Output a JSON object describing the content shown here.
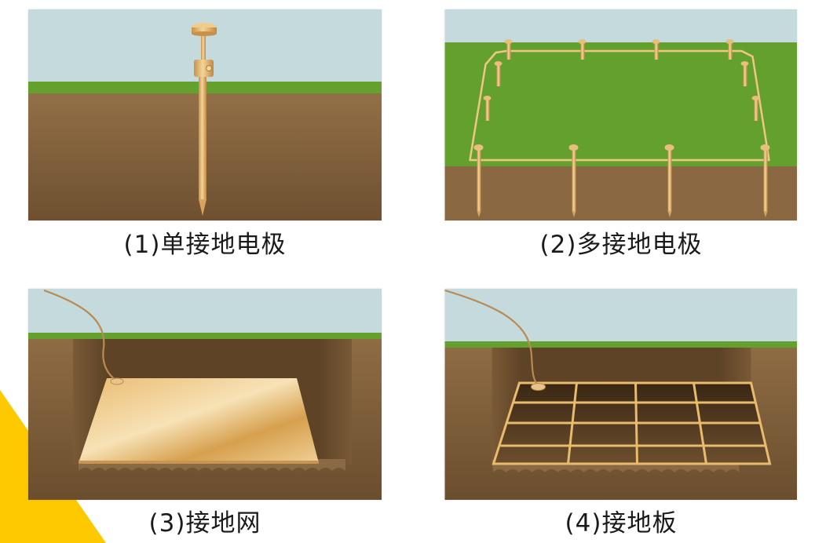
{
  "figure": {
    "panels": [
      {
        "index": 1,
        "caption": "(1)单接地电极",
        "illustration": "single-ground-rod"
      },
      {
        "index": 2,
        "caption": "(2)多接地电极",
        "illustration": "multiple-ground-rods-ring"
      },
      {
        "index": 3,
        "caption": "(3)接地网",
        "illustration": "buried-ground-plate"
      },
      {
        "index": 4,
        "caption": "(4)接地板",
        "illustration": "buried-ground-grid"
      }
    ]
  },
  "colors": {
    "sky": "#c4dadd",
    "grass": "#64a02e",
    "soil": "#8e6c44",
    "soil_dark": "#5e4326",
    "copper": "#e3b672",
    "accent_yellow": "#ffc900"
  }
}
